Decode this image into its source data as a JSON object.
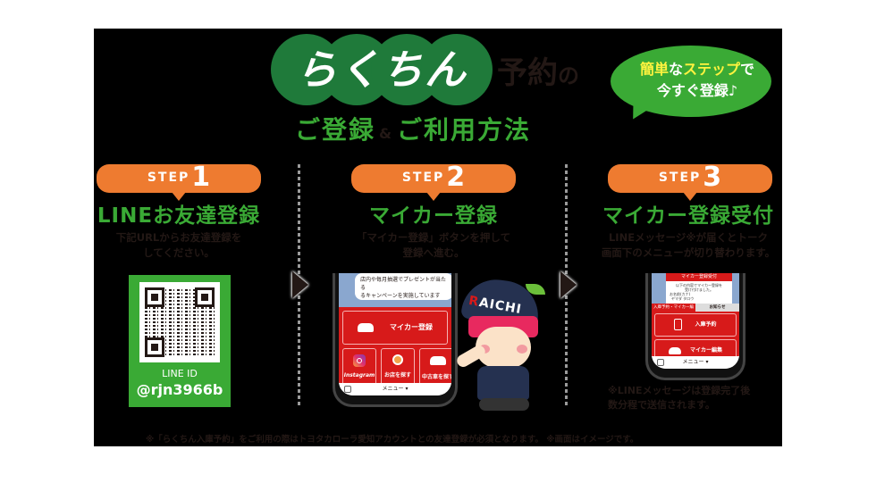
{
  "colors": {
    "green": "#3aaa35",
    "dark_green": "#1f7a3a",
    "orange": "#ee7b30",
    "red": "#d71a1a",
    "yellow": "#fff33f",
    "text_dark": "#231815",
    "background": "#000000"
  },
  "header": {
    "brand": "らくちん",
    "title_suffix": "予約",
    "title_particle": "の",
    "subtitle_part1": "ご登録",
    "subtitle_amp": "&",
    "subtitle_part2": "ご利用方法"
  },
  "bubble": {
    "line1_highlight1": "簡単",
    "line1_plain": "な",
    "line1_highlight2": "ステップ",
    "line1_end": "で",
    "line2": "今すぐ登録♪"
  },
  "steps": [
    {
      "label": "STEP",
      "number": "1",
      "title": "LINEお友達登録",
      "description": "下記URLからお友達登録を\nしてください。"
    },
    {
      "label": "STEP",
      "number": "2",
      "title": "マイカー登録",
      "description": "「マイカー登録」ボタンを押して\n登録へ進む。"
    },
    {
      "label": "STEP",
      "number": "3",
      "title": "マイカー登録受付",
      "description": "LINEメッセージ※が届くとトーク\n画面下のメニューが切り替わります。"
    }
  ],
  "qr_card": {
    "label": "LINE ID",
    "id": "@rjn3966b"
  },
  "phone2": {
    "chat_text": "店内や毎月抽選でプレゼントが当たる\nるキャンペーンを実施しています",
    "main_button": "マイカー登録",
    "buttons": [
      "Instagram",
      "お店を探す",
      "中古車を探す"
    ],
    "menu": "メニュー ▾"
  },
  "phone3": {
    "header": "マイカー登録受付",
    "message": "以下の内容でマイカー登録を\n受け付けました。",
    "name_label": "お名前(カナ)",
    "name_value": "ヤマダ タロウ",
    "tabs": [
      "入庫予約・マイカー編集",
      "お知らせ"
    ],
    "buttons": [
      "入庫予約",
      "マイカー編集"
    ],
    "menu": "メニュー ▾"
  },
  "mascot": {
    "cap_text_r": "R",
    "cap_text": "AICHI"
  },
  "step3_note": "※LINEメッセージは登録完了後\n数分程で送信されます。",
  "footer": "※「らくちん入庫予約」をご利用の際はトヨタカローラ愛知アカウントとの友達登録が必須となります。 ※画面はイメージです。"
}
